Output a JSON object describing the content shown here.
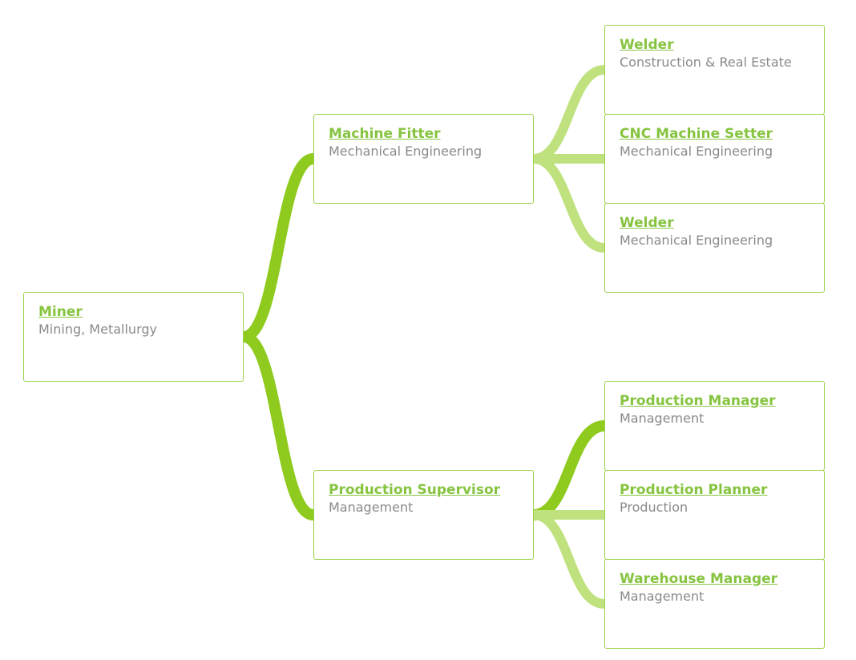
{
  "colors": {
    "primary_link": "#8fcb1e",
    "secondary_link": "#bfe27f",
    "node_border": "#9bd14a",
    "title": "#86c440",
    "subtitle": "#8a8a8a"
  },
  "root": {
    "title": "Miner",
    "category": "Mining, Metallurgy"
  },
  "branches": [
    {
      "title": "Machine Fitter",
      "category": "Mechanical Engineering",
      "children": [
        {
          "title": "Welder",
          "category": "Construction & Real Estate",
          "emphasized": false
        },
        {
          "title": "CNC Machine Setter",
          "category": "Mechanical Engineering",
          "emphasized": false
        },
        {
          "title": "Welder",
          "category": "Mechanical Engineering",
          "emphasized": false
        }
      ]
    },
    {
      "title": "Production Supervisor",
      "category": "Management",
      "children": [
        {
          "title": "Production Manager",
          "category": "Management",
          "emphasized": true
        },
        {
          "title": "Production Planner",
          "category": "Production",
          "emphasized": false
        },
        {
          "title": "Warehouse Manager",
          "category": "Management",
          "emphasized": false
        }
      ]
    }
  ]
}
